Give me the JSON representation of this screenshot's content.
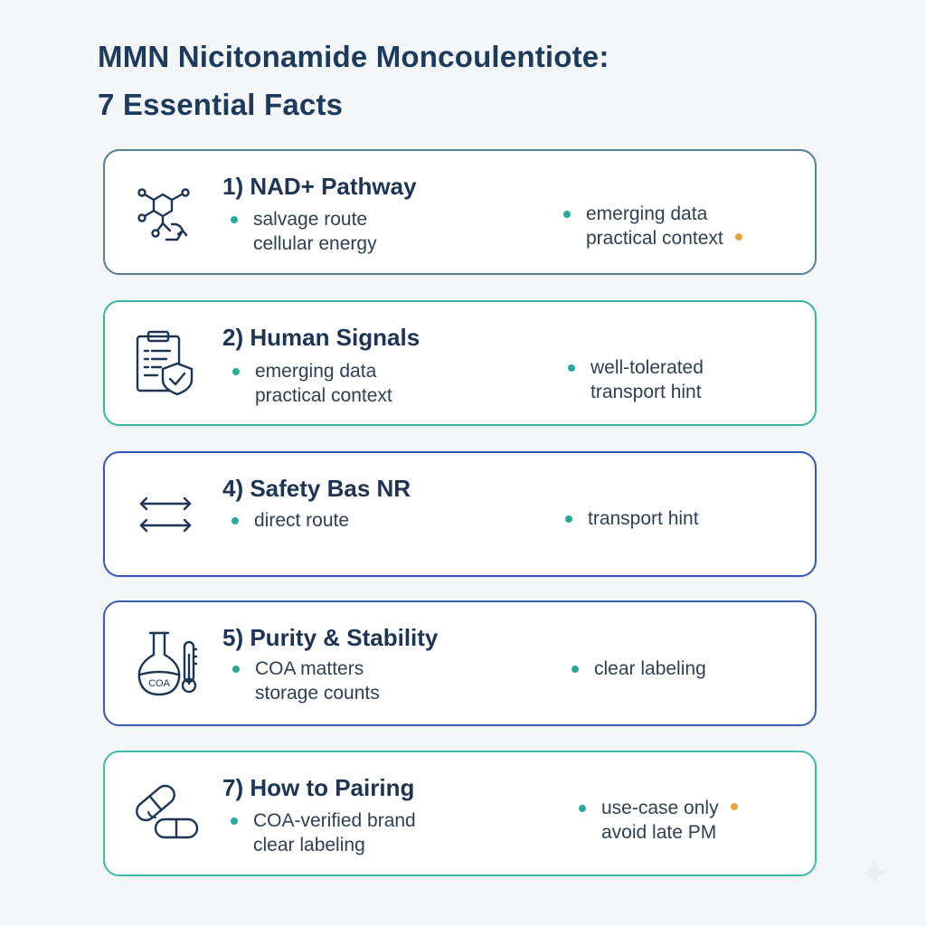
{
  "title": {
    "line1": "MMN Nicitonamide Moncoulentiote:",
    "line2": "7 Essential Facts"
  },
  "colors": {
    "heading": "#1b3a5c",
    "bullet": "#2aa99a",
    "accent_dot": "#e9a53a",
    "card_1_border": "#587f93",
    "card_2_border": "#3bb4a7",
    "card_3_border": "#3457b8",
    "card_4_border": "#3a5fae",
    "card_5_border": "#40b9ad"
  },
  "cards": [
    {
      "title": "1) NAD+ Pathway",
      "icon": "molecule-icon",
      "left": [
        "salvage route",
        "cellular energy"
      ],
      "right": [
        "emerging data",
        "practical context"
      ]
    },
    {
      "title": "2) Human Signals",
      "icon": "clipboard-shield-icon",
      "left": [
        "emerging data",
        "practical context"
      ],
      "right": [
        "well-tolerated",
        "transport hint"
      ]
    },
    {
      "title": "4) Safety Bas NR",
      "icon": "double-arrow-icon",
      "left": [
        "direct route"
      ],
      "right": [
        "transport hint"
      ]
    },
    {
      "title": "5) Purity & Stability",
      "icon": "flask-thermometer-icon",
      "icon_label": "COA",
      "left": [
        "COA matters",
        "storage counts"
      ],
      "right": [
        "clear labeling"
      ]
    },
    {
      "title": "7) How to Pairing",
      "icon": "capsules-icon",
      "left": [
        "COA-verified brand",
        "clear labeling"
      ],
      "right": [
        "use-case only",
        "avoid late PM"
      ]
    }
  ]
}
